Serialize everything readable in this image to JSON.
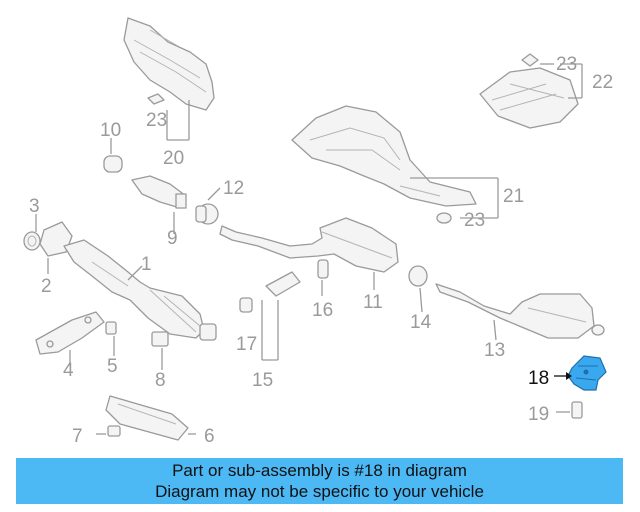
{
  "diagram": {
    "callouts": [
      "1",
      "2",
      "3",
      "4",
      "5",
      "6",
      "7",
      "8",
      "9",
      "10",
      "11",
      "12",
      "13",
      "14",
      "15",
      "16",
      "17",
      "18",
      "19",
      "20",
      "21",
      "22",
      "23"
    ],
    "highlight_color": "#3aa8ee"
  },
  "banner": {
    "line1": "Part or sub-assembly is #18 in diagram",
    "line2": "Diagram may not be specific to your vehicle",
    "background": "#4cb8f4"
  }
}
